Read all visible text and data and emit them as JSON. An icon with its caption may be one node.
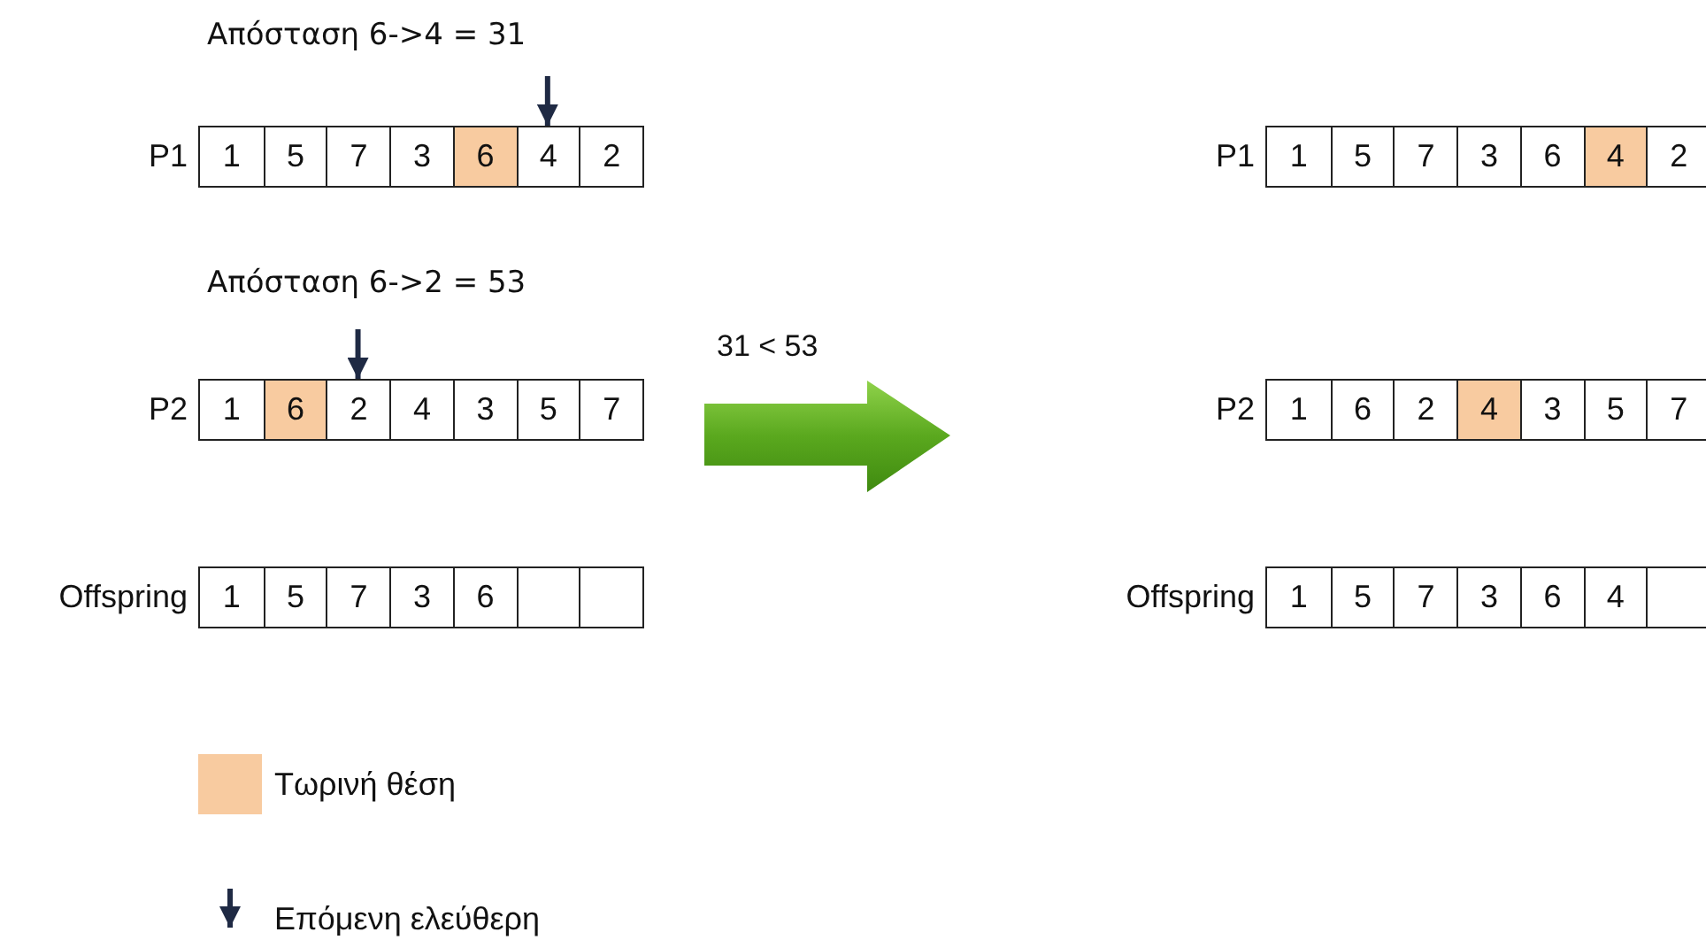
{
  "diagram": {
    "nodes": [
      {
        "text": [],
        "shape": "bar",
        "beside": [
          "P1"
        ]
      },
      {
        "text": [
          "1"
        ],
        "in": 0
      },
      {
        "text": [
          "5"
        ],
        "in": 0
      },
      {
        "text": [
          "7"
        ],
        "in": 0
      },
      {
        "text": [
          "3"
        ],
        "in": 0
      },
      {
        "text": [
          "6"
        ],
        "in": 0
      },
      {
        "text": [
          "4"
        ],
        "in": 0
      },
      {
        "text": [
          "2"
        ],
        "in": 0
      },
      {
        "text": [],
        "shape": "bar",
        "beside": [
          "P2"
        ]
      },
      {
        "text": [
          "1"
        ],
        "in": 8
      },
      {
        "text": [
          "6"
        ],
        "in": 8
      },
      {
        "text": [
          "2"
        ],
        "in": 8
      },
      {
        "text": [
          "4"
        ],
        "in": 8
      },
      {
        "text": [
          "3"
        ],
        "in": 8
      },
      {
        "text": [
          "5"
        ],
        "in": 8
      },
      {
        "text": [
          "7"
        ],
        "in": 8
      },
      {
        "text": [],
        "shape": "bar",
        "beside": [
          "Offspring"
        ]
      },
      {
        "text": [
          "1"
        ],
        "in": 16
      },
      {
        "text": [
          "5"
        ],
        "in": 16
      },
      {
        "text": [
          "7"
        ],
        "in": 16
      },
      {
        "text": [
          "3"
        ],
        "in": 16
      },
      {
        "text": [
          "6"
        ],
        "in": 16
      },
      {
        "text": [],
        "shape": "box",
        "in": 16
      },
      {
        "text": [],
        "shape": "box",
        "in": 16
      },
      {
        "text": [],
        "shape": "bar",
        "beside": [
          "P1"
        ]
      },
      {
        "text": [
          "1"
        ],
        "in": 24
      },
      {
        "text": [
          "5"
        ],
        "in": 24
      },
      {
        "text": [
          "7"
        ],
        "in": 24
      },
      {
        "text": [
          "3"
        ],
        "in": 24
      },
      {
        "text": [
          "6"
        ],
        "in": 24
      },
      {
        "text": [
          "4"
        ],
        "in": 24
      },
      {
        "text": [
          "2"
        ],
        "in": 24
      },
      {
        "text": [],
        "shape": "bar",
        "beside": [
          "P2"
        ]
      },
      {
        "text": [
          "1"
        ],
        "in": 32
      },
      {
        "text": [
          "6"
        ],
        "in": 32
      },
      {
        "text": [
          "2"
        ],
        "in": 32
      },
      {
        "text": [
          "4"
        ],
        "in": 32
      },
      {
        "text": [
          "3"
        ],
        "in": 32
      },
      {
        "text": [
          "5"
        ],
        "in": 32
      },
      {
        "text": [
          "7"
        ],
        "in": 32
      },
      {
        "text": [],
        "shape": "bar",
        "beside": [
          "Offspring"
        ]
      },
      {
        "text": [
          "1"
        ],
        "in": 40
      },
      {
        "text": [
          "5"
        ],
        "in": 40
      },
      {
        "text": [
          "7"
        ],
        "in": 40
      },
      {
        "text": [
          "3"
        ],
        "in": 40
      },
      {
        "text": [
          "6"
        ],
        "in": 40
      },
      {
        "text": [
          "4"
        ],
        "in": 40
      },
      {
        "text": [],
        "shape": "box",
        "in": 40
      }
    ],
    "edges": [
      {
        "from": null,
        "to": 6,
        "arrow": "to"
      },
      {
        "from": null,
        "to": 11,
        "arrow": "to"
      }
    ],
    "labels": [
      "Απόσταση 6->4 = 31",
      "Απόσταση 6->2 = 53",
      "31 < 53"
    ],
    "legend": [
      {
        "text": "Τωρινή θέση",
        "color": "#f8cba0"
      },
      {
        "text": "Επόμενη ελεύθερη"
      }
    ]
  }
}
